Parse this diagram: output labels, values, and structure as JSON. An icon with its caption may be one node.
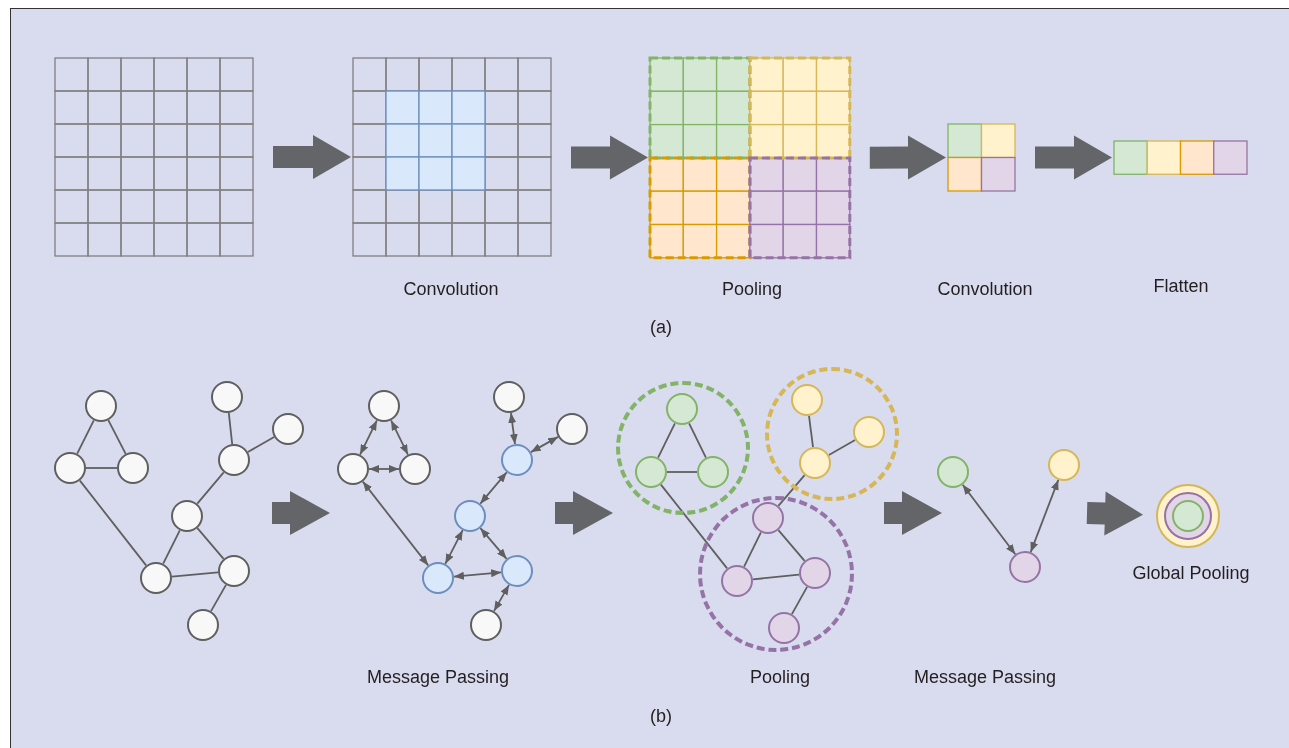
{
  "diagram": {
    "nodes": [
      {
        "text": [],
        "shape": "grid"
      },
      {
        "text": [],
        "shape": "grid"
      },
      {
        "text": [],
        "shape": "grid"
      },
      {
        "text": [],
        "shape": "grid"
      },
      {
        "text": [],
        "shape": "grid"
      },
      {
        "text": [],
        "shape": "circle"
      },
      {
        "text": [],
        "shape": "circle"
      },
      {
        "text": [],
        "shape": "circle"
      },
      {
        "text": [],
        "shape": "circle"
      },
      {
        "text": [],
        "shape": "circle"
      },
      {
        "text": [],
        "shape": "circle"
      },
      {
        "text": [],
        "shape": "circle"
      },
      {
        "text": [],
        "shape": "circle"
      },
      {
        "text": [],
        "shape": "circle"
      },
      {
        "text": [],
        "shape": "circle"
      },
      {
        "text": [],
        "shape": "circle"
      },
      {
        "text": [],
        "shape": "circle"
      },
      {
        "text": [],
        "shape": "circle"
      },
      {
        "text": [],
        "shape": "circle"
      },
      {
        "text": [],
        "shape": "circle"
      },
      {
        "text": [],
        "shape": "circle"
      },
      {
        "text": [],
        "shape": "circle"
      },
      {
        "text": [],
        "shape": "circle"
      },
      {
        "text": [],
        "shape": "circle"
      },
      {
        "text": [],
        "shape": "circle"
      },
      {
        "text": [],
        "shape": "circle"
      },
      {
        "text": [],
        "shape": "circle",
        "in": 25
      },
      {
        "text": [],
        "shape": "circle",
        "in": 25
      },
      {
        "text": [],
        "shape": "circle",
        "in": 25
      },
      {
        "text": [],
        "shape": "circle"
      },
      {
        "text": [],
        "shape": "circle",
        "in": 29
      },
      {
        "text": [],
        "shape": "circle",
        "in": 29
      },
      {
        "text": [],
        "shape": "circle",
        "in": 29
      },
      {
        "text": [],
        "shape": "circle"
      },
      {
        "text": [],
        "shape": "circle",
        "in": 33
      },
      {
        "text": [],
        "shape": "circle",
        "in": 33
      },
      {
        "text": [],
        "shape": "circle",
        "in": 33
      },
      {
        "text": [],
        "shape": "circle",
        "in": 33
      },
      {
        "text": [],
        "shape": "circle"
      },
      {
        "text": [],
        "shape": "circle"
      },
      {
        "text": [],
        "shape": "circle"
      },
      {
        "text": [],
        "shape": "circle"
      },
      {
        "text": [],
        "shape": "circle",
        "in": 41
      },
      {
        "text": [],
        "shape": "circle",
        "in": 42
      }
    ],
    "edges": [
      {
        "from": 0,
        "to": 1,
        "arrow": "to",
        "style": "thick"
      },
      {
        "from": 1,
        "to": 2,
        "arrow": "to",
        "style": "thick"
      },
      {
        "from": 2,
        "to": 3,
        "arrow": "to",
        "style": "thick"
      },
      {
        "from": 3,
        "to": 4,
        "arrow": "to",
        "style": "thick"
      },
      {
        "from": 5,
        "to": 6,
        "arrow": "none"
      },
      {
        "from": 5,
        "to": 7,
        "arrow": "none"
      },
      {
        "from": 6,
        "to": 7,
        "arrow": "none"
      },
      {
        "from": 6,
        "to": 13,
        "arrow": "none"
      },
      {
        "from": 8,
        "to": 10,
        "arrow": "none"
      },
      {
        "from": 9,
        "to": 10,
        "arrow": "none"
      },
      {
        "from": 10,
        "to": 11,
        "arrow": "none"
      },
      {
        "from": 11,
        "to": 13,
        "arrow": "none"
      },
      {
        "from": 11,
        "to": 12,
        "arrow": "none"
      },
      {
        "from": 13,
        "to": 12,
        "arrow": "none"
      },
      {
        "from": 12,
        "to": 14,
        "arrow": "none"
      },
      {
        "from": 15,
        "to": 16,
        "arrow": "both"
      },
      {
        "from": 15,
        "to": 17,
        "arrow": "both"
      },
      {
        "from": 16,
        "to": 17,
        "arrow": "both"
      },
      {
        "from": 16,
        "to": 23,
        "arrow": "both"
      },
      {
        "from": 18,
        "to": 20,
        "arrow": "both"
      },
      {
        "from": 19,
        "to": 20,
        "arrow": "both"
      },
      {
        "from": 20,
        "to": 21,
        "arrow": "both"
      },
      {
        "from": 21,
        "to": 23,
        "arrow": "both"
      },
      {
        "from": 21,
        "to": 22,
        "arrow": "both"
      },
      {
        "from": 23,
        "to": 22,
        "arrow": "both"
      },
      {
        "from": 22,
        "to": 24,
        "arrow": "both"
      },
      {
        "from": 26,
        "to": 27,
        "arrow": "none"
      },
      {
        "from": 26,
        "to": 28,
        "arrow": "none"
      },
      {
        "from": 27,
        "to": 28,
        "arrow": "none"
      },
      {
        "from": 27,
        "to": 36,
        "arrow": "none"
      },
      {
        "from": 30,
        "to": 32,
        "arrow": "none"
      },
      {
        "from": 31,
        "to": 32,
        "arrow": "none"
      },
      {
        "from": 32,
        "to": 34,
        "arrow": "none"
      },
      {
        "from": 34,
        "to": 36,
        "arrow": "none"
      },
      {
        "from": 34,
        "to": 35,
        "arrow": "none"
      },
      {
        "from": 36,
        "to": 35,
        "arrow": "none"
      },
      {
        "from": 35,
        "to": 37,
        "arrow": "none"
      },
      {
        "from": 38,
        "to": 40,
        "arrow": "both"
      },
      {
        "from": 39,
        "to": 40,
        "arrow": "both"
      },
      {
        "from": null,
        "to": 41,
        "arrow": "to",
        "style": "thick"
      }
    ],
    "labels": [
      "Convolution",
      "Pooling",
      "Convolution",
      "Flatten",
      "(a)",
      "Global Pooling",
      "Message Passing",
      "Pooling",
      "Message Passing",
      "(b)"
    ]
  }
}
